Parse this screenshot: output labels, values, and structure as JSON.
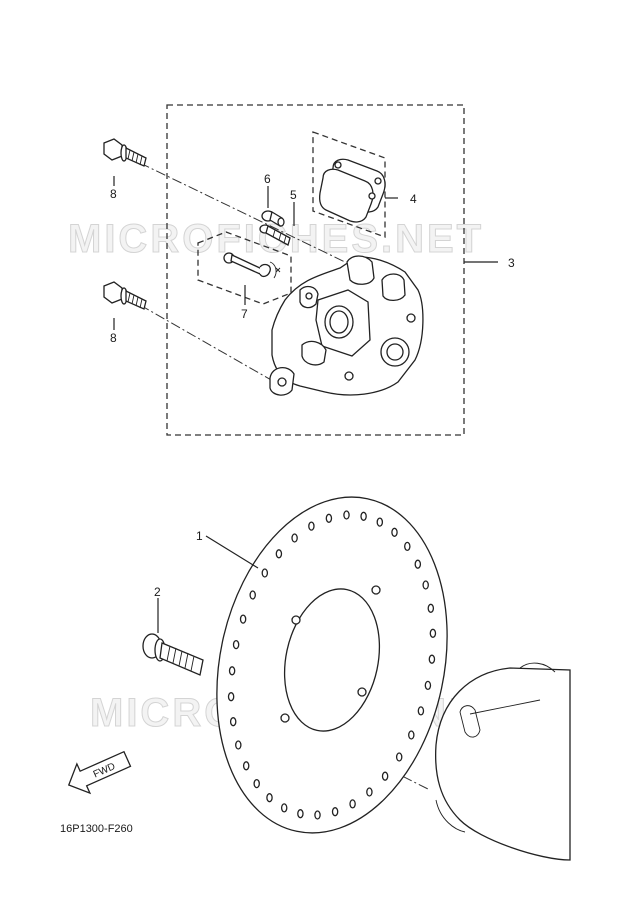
{
  "watermark": "MICROFICHES.NET",
  "diagram_code": "16P1300-F260",
  "fwd_label": "FWD",
  "callouts": {
    "disc": "1",
    "disc_bolt": "2",
    "caliper_assy": "3",
    "pad_kit": "4",
    "pin_5": "5",
    "bleed_6": "6",
    "pin_kit_7": "7",
    "bolt_8_upper": "8",
    "bolt_8_lower": "8"
  }
}
